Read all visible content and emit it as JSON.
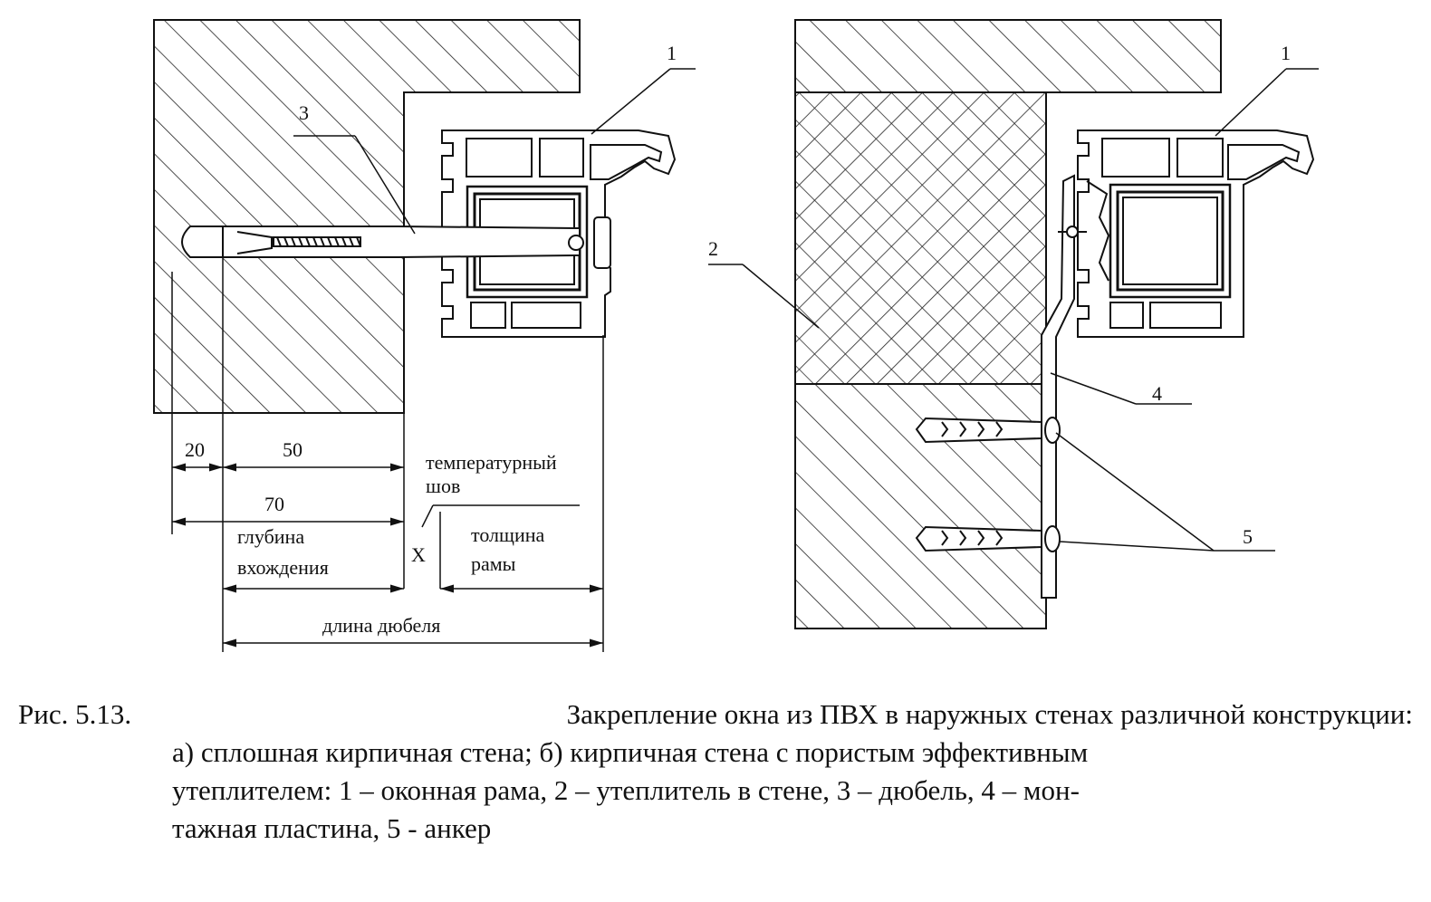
{
  "left_diagram": {
    "callout_1": "1",
    "callout_3": "3",
    "dim_20": "20",
    "dim_50": "50",
    "dim_70": "70",
    "label_temp_line1": "температурный",
    "label_temp_line2": "шов",
    "label_x": "X",
    "label_depth_line1": "глубина",
    "label_depth_line2": "вхождения",
    "label_frame_line1": "толщина",
    "label_frame_line2": "рамы",
    "label_dowel_length": "длина дюбеля"
  },
  "right_diagram": {
    "callout_1": "1",
    "callout_2": "2",
    "callout_4": "4",
    "callout_5": "5"
  },
  "caption": {
    "line1_prefix": "Рис.  5.13.",
    "line1_rest": "Закрепление окна из ПВХ в наружных стенах различной конструкции:",
    "line2": "а) сплошная кирпичная стена; б) кирпичная стена с пористым эффективным",
    "line3": "утеплителем: 1 – оконная рама, 2 – утеплитель в стене, 3 – дюбель, 4 – мон-",
    "line4": "тажная пластина, 5 - анкер"
  }
}
